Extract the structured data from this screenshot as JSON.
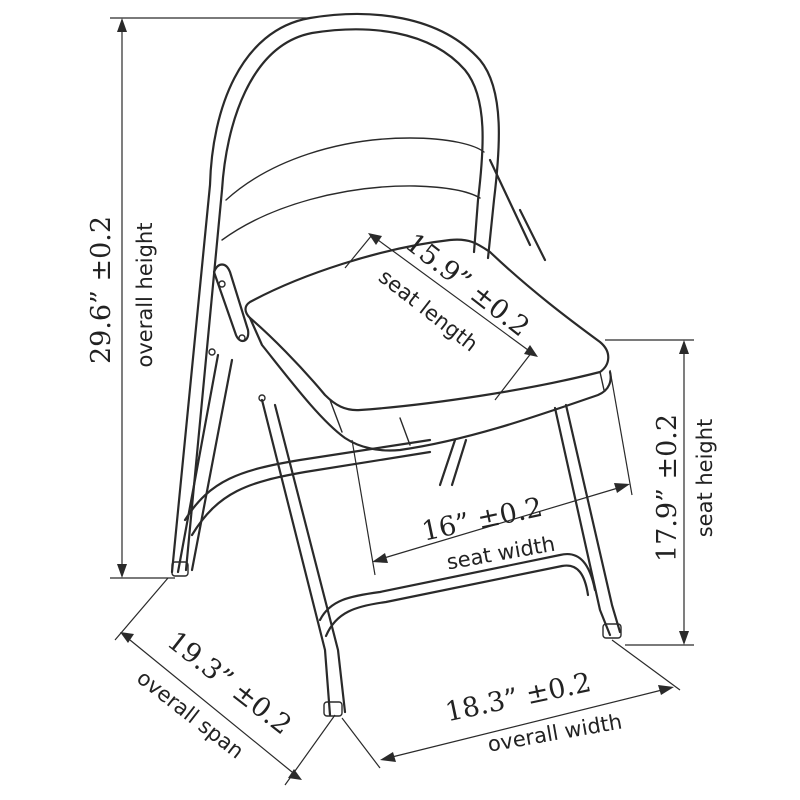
{
  "dimensions": {
    "overall_height": {
      "value": "29.6” ±0.2",
      "label": "overall height"
    },
    "seat_length": {
      "value": "15.9” ±0.2",
      "label": "seat length"
    },
    "seat_height": {
      "value": "17.9” ±0.2",
      "label": "seat height"
    },
    "seat_width": {
      "value": "16” ±0.2",
      "label": "seat width"
    },
    "overall_span": {
      "value": "19.3” ±0.2",
      "label": "overall span"
    },
    "overall_width": {
      "value": "18.3” ±0.2",
      "label": "overall width"
    }
  },
  "colors": {
    "line": "#2a2a2a",
    "background": "#ffffff"
  }
}
